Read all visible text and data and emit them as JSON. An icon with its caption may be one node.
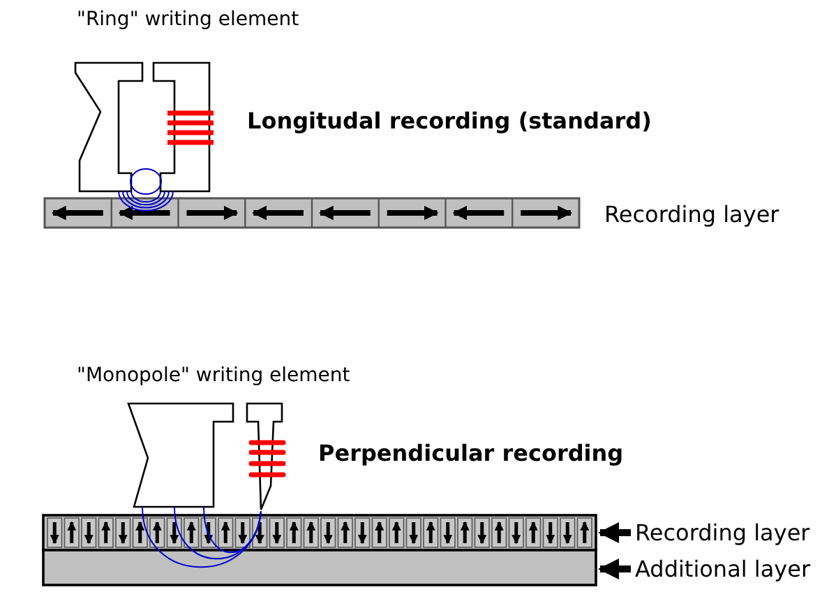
{
  "diagram": {
    "nodes": [
      {
        "text": [
          "Recording layer"
        ]
      },
      {
        "text": [],
        "shape": "bar"
      },
      {
        "text": [
          "Additional layer"
        ]
      },
      {
        "text": [],
        "shape": "bar"
      }
    ],
    "edges": [
      {
        "from": 0,
        "to": 1,
        "arrow": "to"
      },
      {
        "from": 2,
        "to": 3,
        "arrow": "to"
      }
    ],
    "labels": [
      "\"Ring\" writing element",
      "Longitudal recording (standard)",
      "Recording layer",
      "\"Monopole\" writing element",
      "Perpendicular recording"
    ]
  }
}
